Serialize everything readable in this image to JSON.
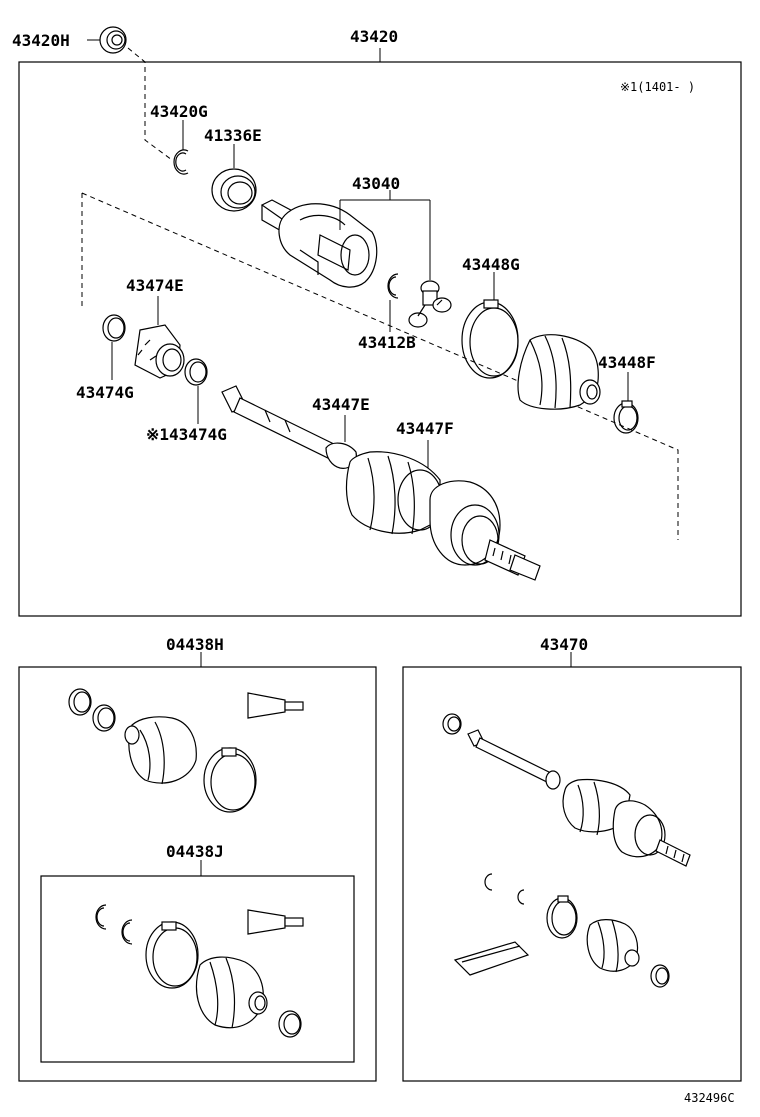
{
  "diagram": {
    "labels": {
      "p43420H": "43420H",
      "p43420": "43420",
      "note1": "※1(1401-   )",
      "p43420G": "43420G",
      "p41336E": "41336E",
      "p43040": "43040",
      "p43448G": "43448G",
      "p43474E": "43474E",
      "p43412B": "43412B",
      "p43448F": "43448F",
      "p43474G": "43474G",
      "p43447E": "43447E",
      "p43474G_note": "※143474G",
      "p43447F": "43447F",
      "p04438H": "04438H",
      "p43470": "43470",
      "p04438J": "04438J",
      "ref_code": "432496C"
    }
  }
}
